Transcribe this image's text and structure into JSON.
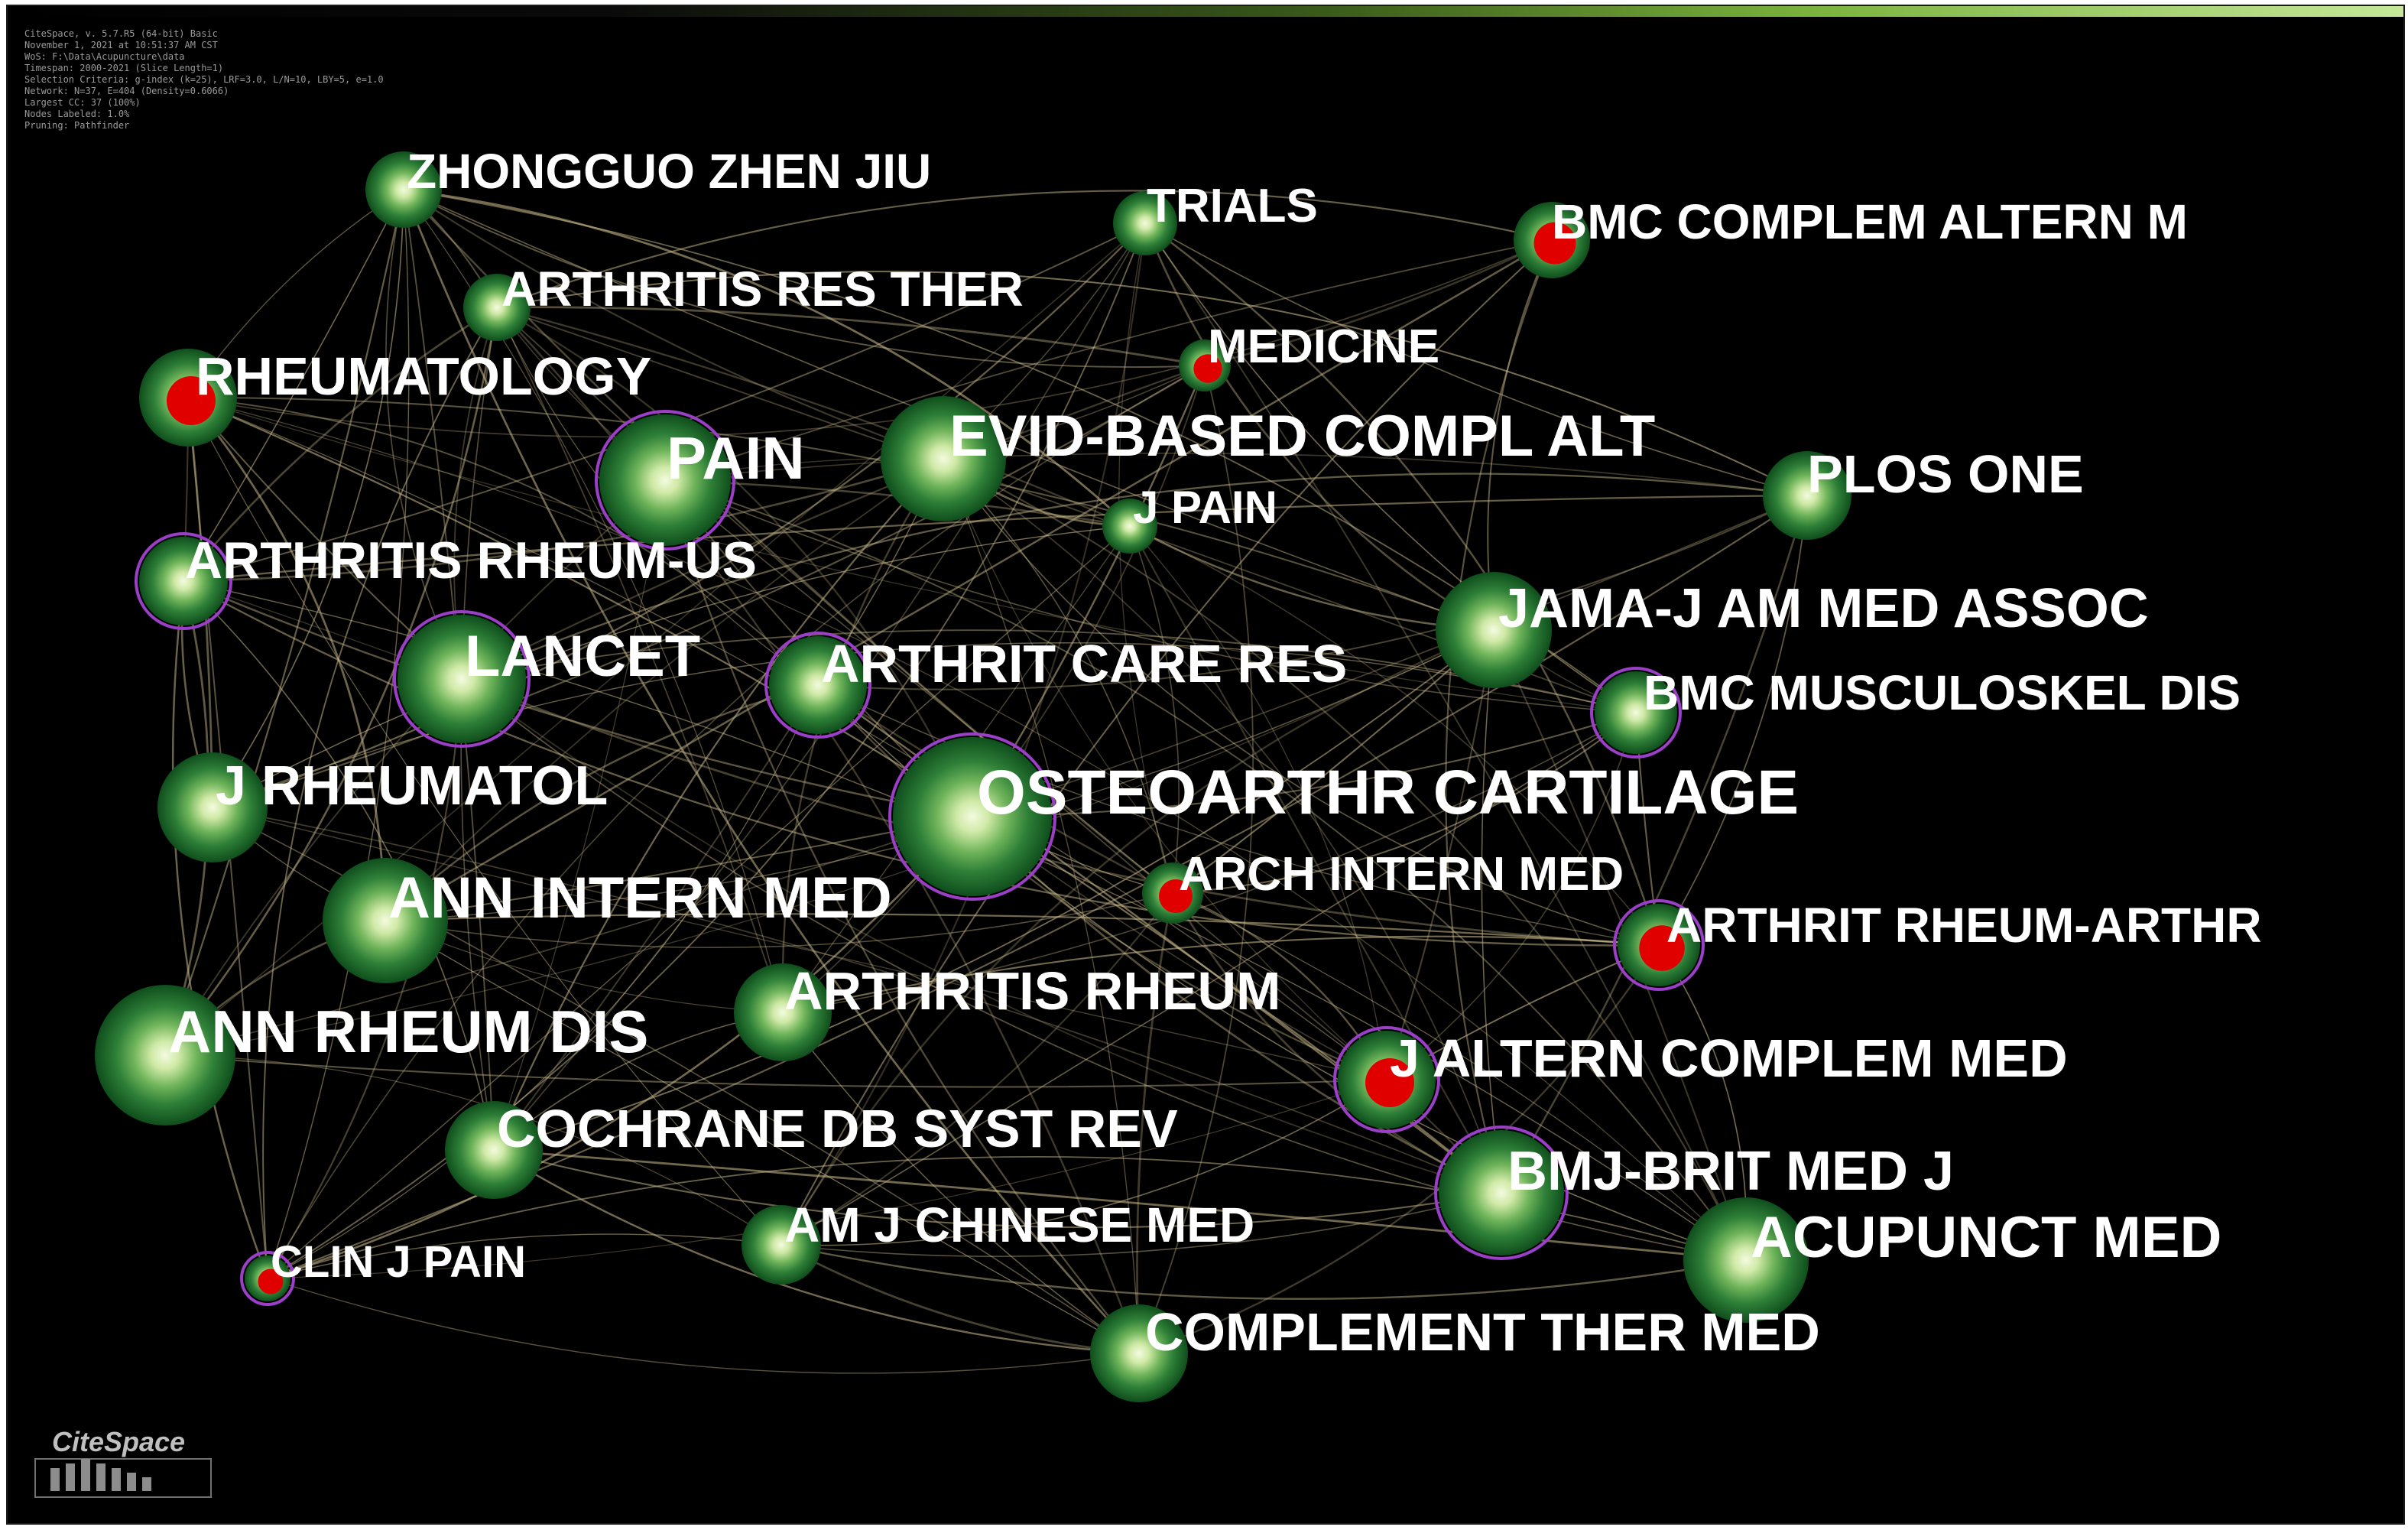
{
  "header_info": [
    "CiteSpace, v. 5.7.R5 (64-bit) Basic",
    "November 1, 2021 at 10:51:37 AM CST",
    "WoS: F:\\Data\\Acupuncture\\data",
    "Timespan: 2000-2021 (Slice Length=1)",
    "Selection Criteria: g-index (k=25), LRF=3.0, L/N=10, LBY=5, e=1.0",
    "Network: N=37, E=404 (Density=0.6066)",
    "Largest CC: 37 (100%)",
    "Nodes Labeled: 1.0%",
    "Pruning: Pathfinder"
  ],
  "logo": {
    "text": "CiteSpace"
  },
  "colors": {
    "background": "#000000",
    "node_outer": "#0f5a1e",
    "node_mid": "#2f8a3a",
    "node_inner": "#e6f7c2",
    "burst": "#e00000",
    "centrality_ring": "#9b3fc8",
    "edge": "#c9b98a",
    "label": "#ffffff"
  },
  "nodes": [
    {
      "id": "zhongguo",
      "label": "ZHONGGUO ZHEN JIU",
      "burst": false,
      "ring": false
    },
    {
      "id": "trials",
      "label": "TRIALS",
      "burst": false,
      "ring": false
    },
    {
      "id": "bmccam",
      "label": "BMC COMPLEM ALTERN M",
      "burst": true,
      "ring": false
    },
    {
      "id": "arthres",
      "label": "ARTHRITIS RES THER",
      "burst": false,
      "ring": false
    },
    {
      "id": "medicine",
      "label": "MEDICINE",
      "burst": true,
      "ring": false
    },
    {
      "id": "rheumatology",
      "label": "RHEUMATOLOGY",
      "burst": true,
      "ring": false
    },
    {
      "id": "pain",
      "label": "PAIN",
      "burst": false,
      "ring": true
    },
    {
      "id": "ecam",
      "label": "EVID-BASED COMPL ALT",
      "burst": false,
      "ring": false
    },
    {
      "id": "plos",
      "label": "PLOS ONE",
      "burst": false,
      "ring": false
    },
    {
      "id": "jpain",
      "label": "J PAIN",
      "burst": false,
      "ring": false
    },
    {
      "id": "arus",
      "label": "ARTHRITIS RHEUM-US",
      "burst": false,
      "ring": true
    },
    {
      "id": "jama",
      "label": "JAMA-J AM MED ASSOC",
      "burst": false,
      "ring": false
    },
    {
      "id": "lancet",
      "label": "LANCET",
      "burst": false,
      "ring": true
    },
    {
      "id": "acr",
      "label": "ARTHRIT CARE RES",
      "burst": false,
      "ring": true
    },
    {
      "id": "bmcmsk",
      "label": "BMC MUSCULOSKEL DIS",
      "burst": false,
      "ring": true
    },
    {
      "id": "jrheum",
      "label": "J RHEUMATOL",
      "burst": false,
      "ring": false
    },
    {
      "id": "oac",
      "label": "OSTEOARTHR CARTILAGE",
      "burst": false,
      "ring": true
    },
    {
      "id": "aim",
      "label": "ANN INTERN MED",
      "burst": false,
      "ring": false
    },
    {
      "id": "aim2",
      "label": "ARCH INTERN MED",
      "burst": true,
      "ring": false
    },
    {
      "id": "ara",
      "label": "ARTHRIT RHEUM-ARTHR",
      "burst": true,
      "ring": true
    },
    {
      "id": "ar",
      "label": "ARTHRITIS RHEUM",
      "burst": false,
      "ring": false
    },
    {
      "id": "ard",
      "label": "ANN RHEUM DIS",
      "burst": false,
      "ring": false
    },
    {
      "id": "jacm",
      "label": "J ALTERN COMPLEM MED",
      "burst": true,
      "ring": true
    },
    {
      "id": "cochrane",
      "label": "COCHRANE DB SYST REV",
      "burst": false,
      "ring": false
    },
    {
      "id": "bmj",
      "label": "BMJ-BRIT MED J",
      "burst": false,
      "ring": true
    },
    {
      "id": "ajcm",
      "label": "AM J CHINESE MED",
      "burst": false,
      "ring": false
    },
    {
      "id": "acupmed",
      "label": "ACUPUNCT MED",
      "burst": false,
      "ring": false
    },
    {
      "id": "clinjpain",
      "label": "CLIN J PAIN",
      "burst": true,
      "ring": true
    },
    {
      "id": "ctm",
      "label": "COMPLEMENT THER MED",
      "burst": false,
      "ring": false
    }
  ]
}
